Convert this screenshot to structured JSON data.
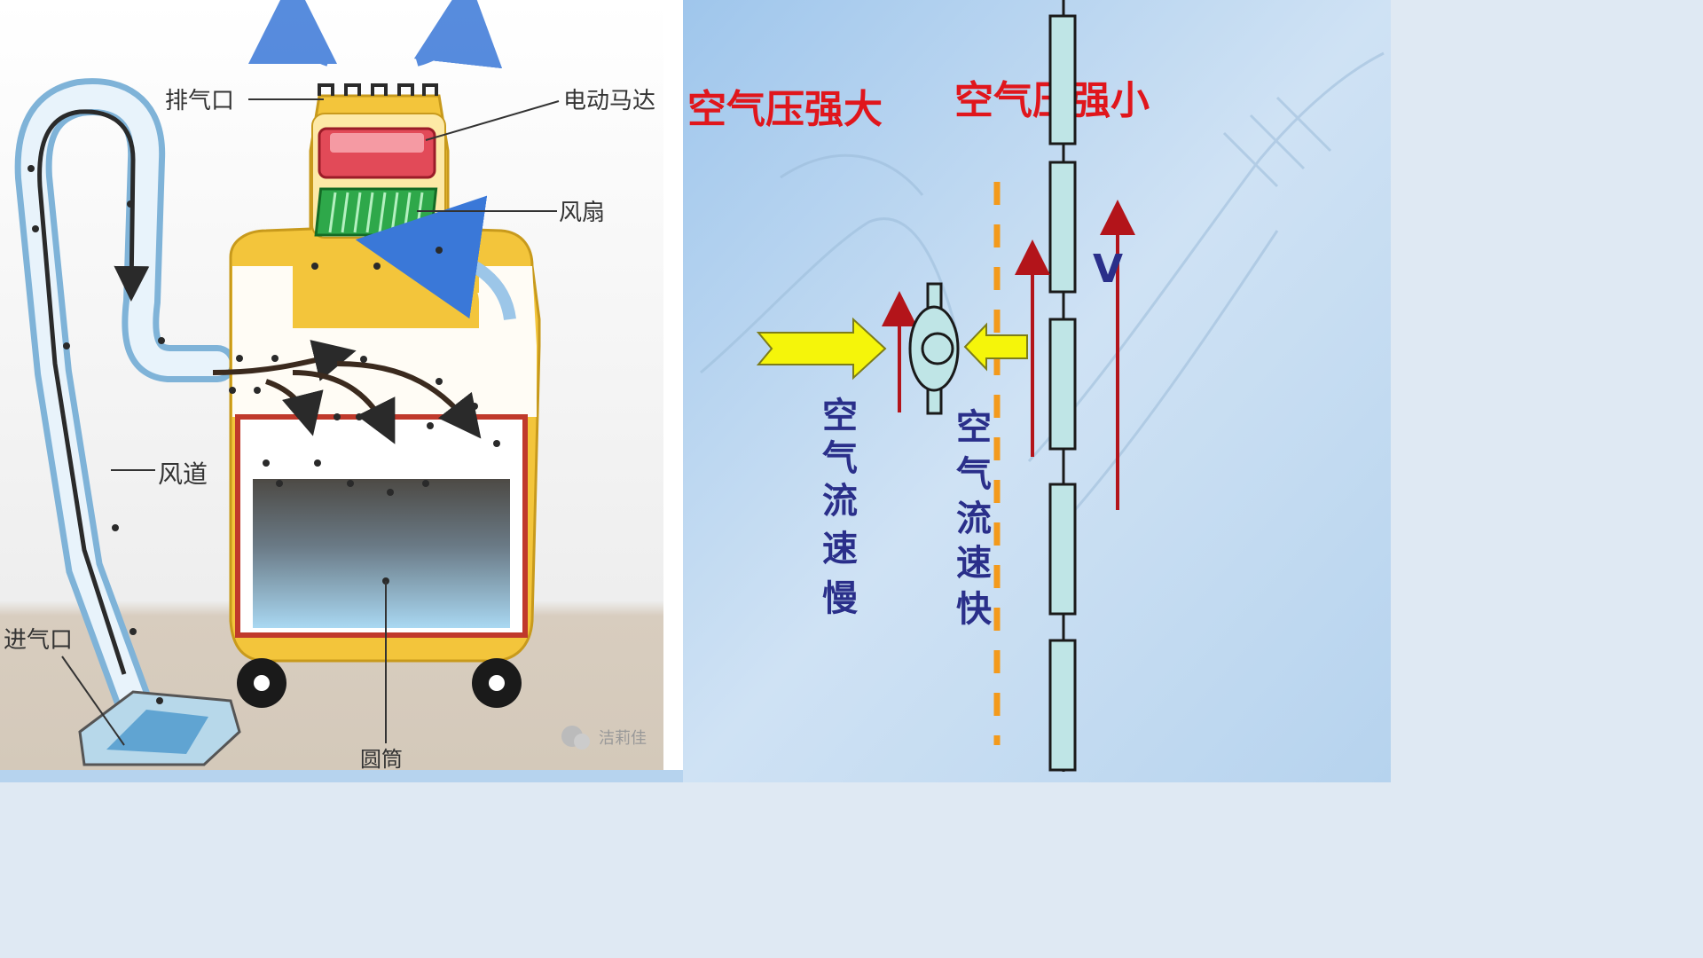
{
  "left_panel": {
    "labels": {
      "exhaust": "排气口",
      "motor": "电动马达",
      "fan": "风扇",
      "duct": "风道",
      "intake": "进气口",
      "cylinder": "圆筒"
    },
    "watermark": "洁莉佳"
  },
  "right_panel": {
    "pressure_high": "空气压强大",
    "pressure_low": "空气压强小",
    "flow_slow": [
      "空",
      "气",
      "流",
      "速",
      "慢"
    ],
    "flow_fast": [
      "空",
      "气",
      "流",
      "速",
      "快"
    ],
    "velocity_label": "V"
  },
  "colors": {
    "red_text": "#e0161c",
    "blue_text": "#2a2f8a",
    "yellow_arrow": "#f5f50a",
    "orange_dash": "#f39a1c",
    "cyan_box": "#bfe5e6",
    "dark_red_arrow": "#b3141a",
    "vacuum_yellow": "#f3c53b",
    "motor_red": "#e24a58",
    "fan_green": "#2ea84a"
  }
}
